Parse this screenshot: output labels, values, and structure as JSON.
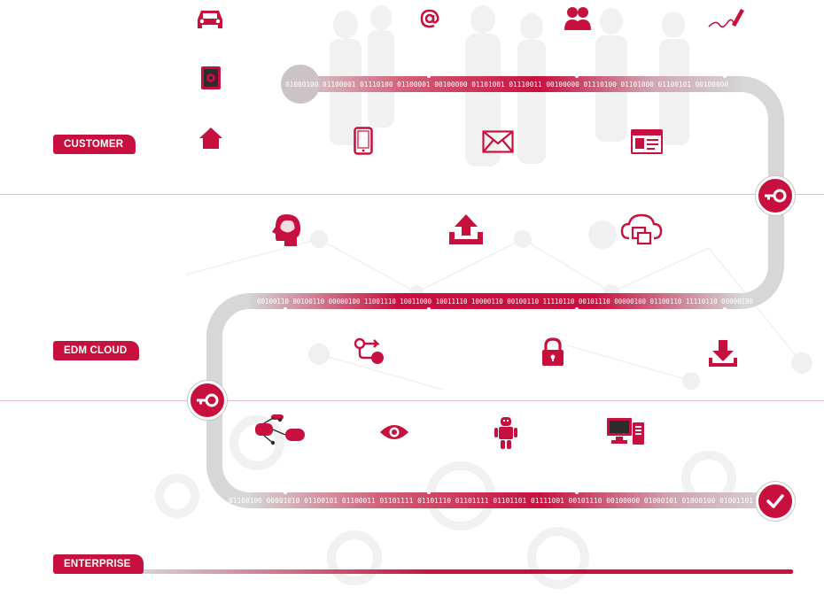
{
  "zones": {
    "customer": "CUSTOMER",
    "edm_cloud": "EDM CLOUD",
    "enterprise": "ENTERPRISE"
  },
  "binary": {
    "row1": "01000100 01100001 01110100 01100001 00100000 01101001 01110011 00100000 01110100 01101000 01100101 00100000",
    "row2": "00100110 00100110 00000100 11001110 10011000 10011110 10000110 00100110 11110110 00101110 00000100 01100110 11110110 00000100",
    "row3": "01100100 00001010 01100101 01100011 01101111 01101110 01101111 01101101 01111001 00101110 00100000 01000101 01000100 01001101"
  },
  "icons": {
    "customer": [
      "car-icon",
      "at-sign-icon",
      "people-icon",
      "signature-icon",
      "safe-icon",
      "house-icon",
      "smartphone-icon",
      "envelope-icon",
      "id-card-icon"
    ],
    "edm_cloud": [
      "brain-icon",
      "upload-icon",
      "cloud-copy-icon",
      "workflow-icon",
      "lock-icon",
      "download-icon"
    ],
    "enterprise": [
      "flowchart-icon",
      "eye-icon",
      "robot-icon",
      "workstation-icon"
    ]
  },
  "colors": {
    "accent": "#c8103e",
    "path_gray": "#d3d3d3",
    "divider": "#e6b9c4"
  }
}
